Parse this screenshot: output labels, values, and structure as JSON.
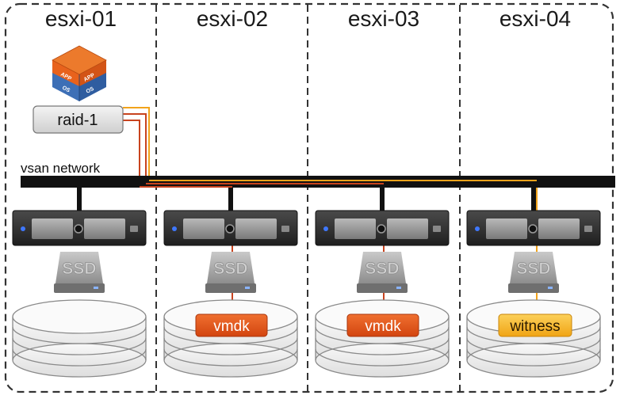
{
  "hosts": [
    {
      "name": "esxi-01",
      "component": null
    },
    {
      "name": "esxi-02",
      "component": {
        "label": "vmdk",
        "kind": "vmdk"
      }
    },
    {
      "name": "esxi-03",
      "component": {
        "label": "vmdk",
        "kind": "vmdk"
      }
    },
    {
      "name": "esxi-04",
      "component": {
        "label": "witness",
        "kind": "witness"
      }
    }
  ],
  "network": {
    "label": "vsan network"
  },
  "raid": {
    "label": "raid-1"
  },
  "vm_icon": {
    "labels": [
      "APP",
      "OS",
      "APP",
      "OS"
    ],
    "icon": "vm-app-os-cube-icon"
  },
  "ssd_label": "SSD",
  "colors": {
    "border": "#333333",
    "network_bar": "#111111",
    "vmdk_fill": "#e8561c",
    "vmdk_line": "#c8431e",
    "witness_fill": "#f7b71e",
    "witness_line": "#f2a31b",
    "raid_fill": "#e6e6e6",
    "server_body": "#2c2c2c"
  }
}
